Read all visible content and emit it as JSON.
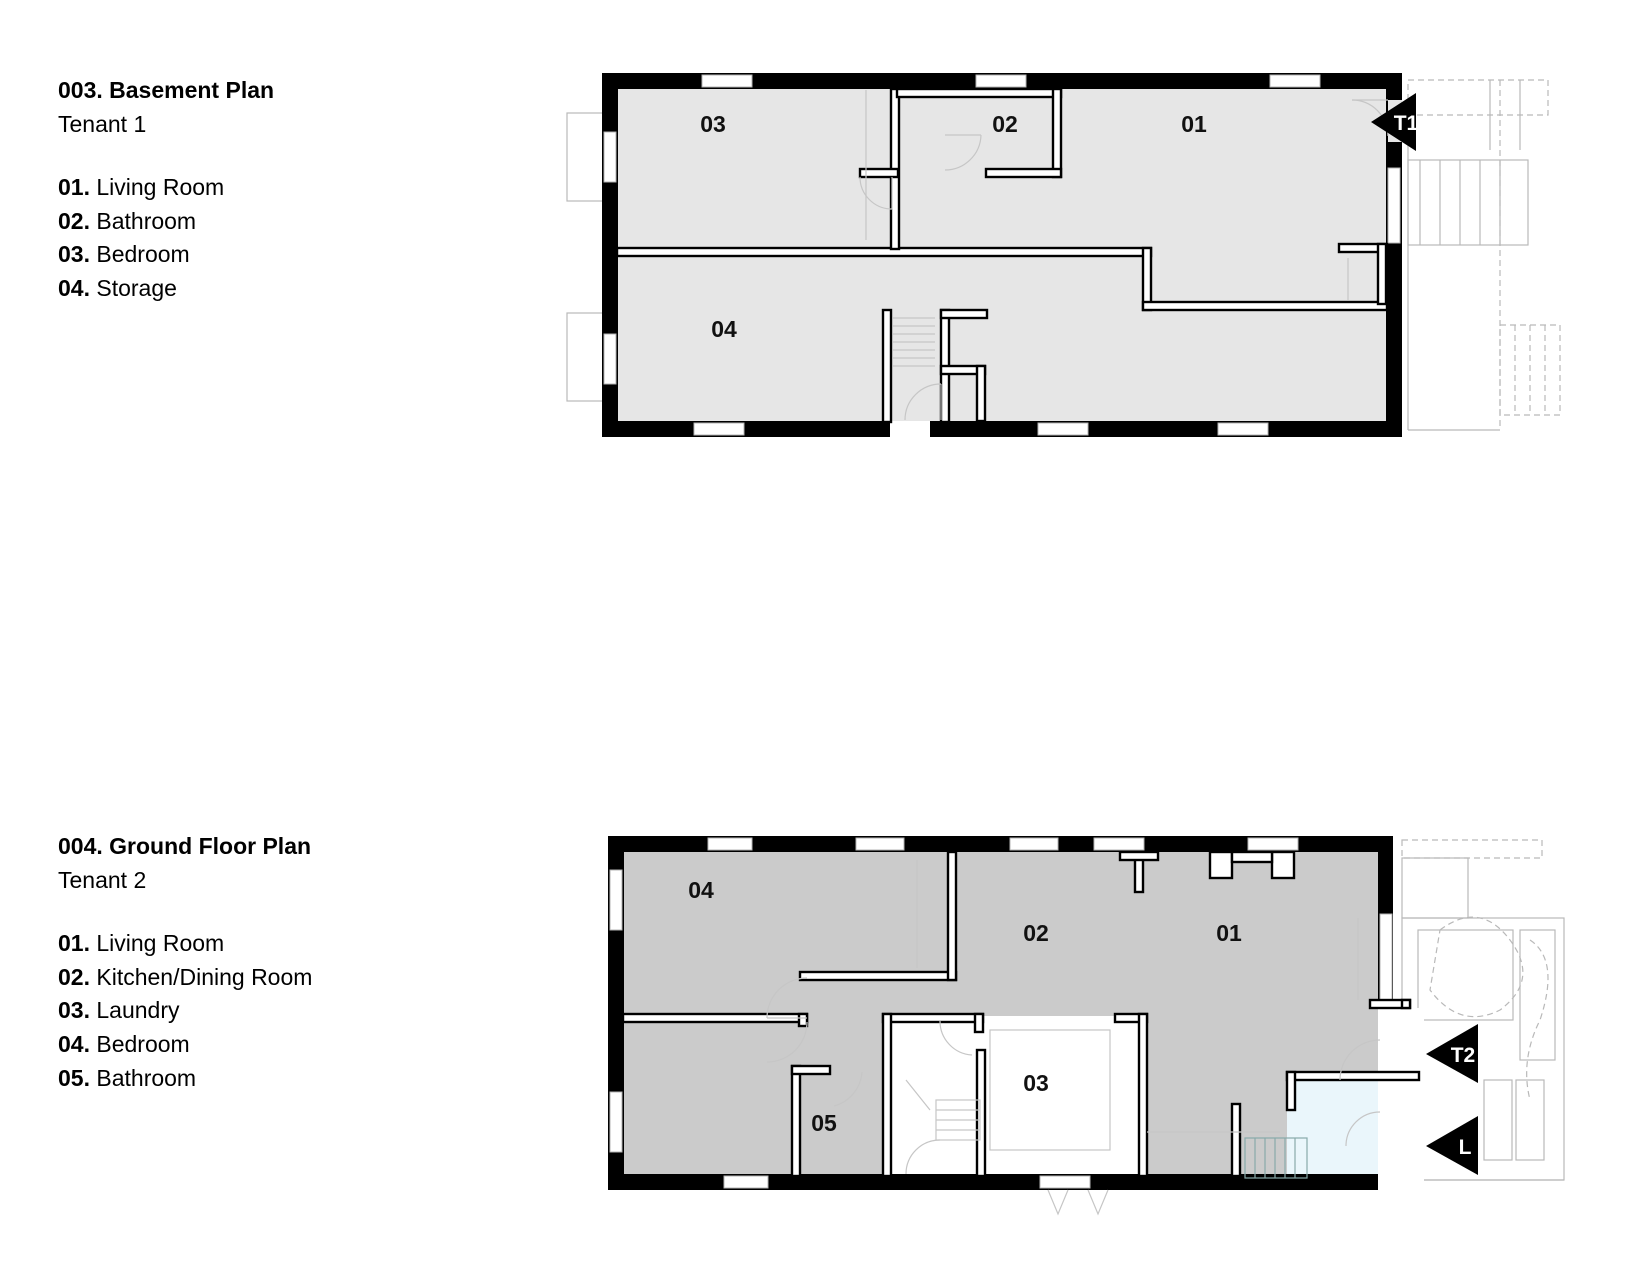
{
  "plans": [
    {
      "title": "003. Basement Plan",
      "subtitle": "Tenant 1",
      "rooms": [
        {
          "num": "01.",
          "name": "Living Room"
        },
        {
          "num": "02.",
          "name": "Bathroom"
        },
        {
          "num": "03.",
          "name": "Bedroom"
        },
        {
          "num": "04.",
          "name": "Storage"
        }
      ],
      "plan_labels": [
        "03",
        "02",
        "01",
        "04"
      ],
      "tags": [
        "T1"
      ],
      "colors": {
        "floor": "#e6e6e6"
      }
    },
    {
      "title": "004. Ground Floor Plan",
      "subtitle": "Tenant 2",
      "rooms": [
        {
          "num": "01.",
          "name": "Living Room"
        },
        {
          "num": "02.",
          "name": "Kitchen/Dining Room"
        },
        {
          "num": "03.",
          "name": "Laundry"
        },
        {
          "num": "04.",
          "name": "Bedroom"
        },
        {
          "num": "05.",
          "name": "Bathroom"
        }
      ],
      "plan_labels": [
        "04",
        "02",
        "01",
        "03",
        "05"
      ],
      "tags": [
        "T2",
        "L"
      ],
      "colors": {
        "floor": "#cbcbcb",
        "stair_hall": "#eaf6fb"
      }
    }
  ]
}
